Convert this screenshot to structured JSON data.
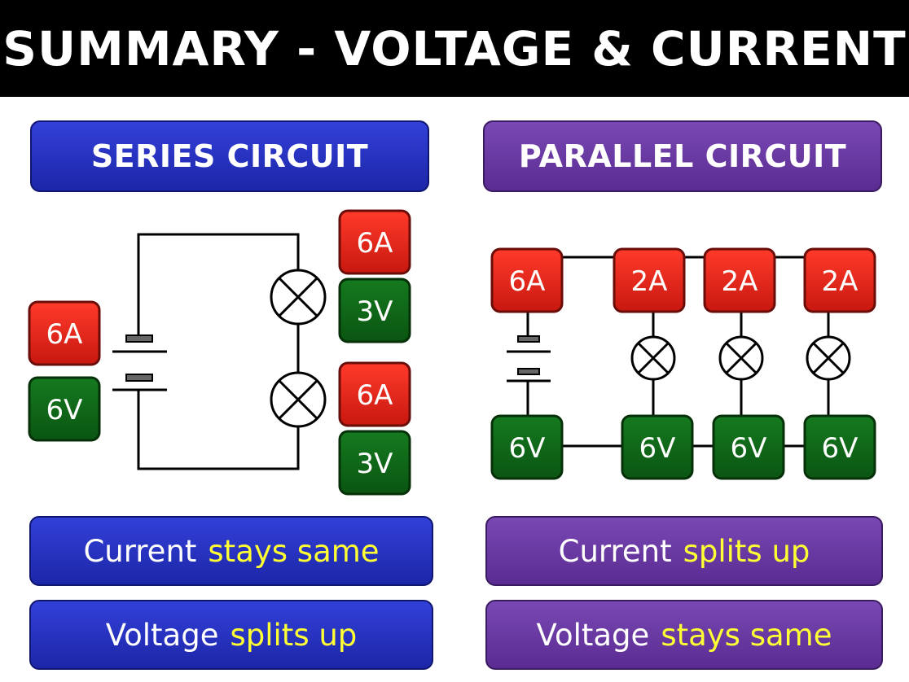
{
  "title": "SUMMARY - VOLTAGE & CURRENT",
  "series": {
    "heading": "SERIES CIRCUIT",
    "battery_current": "6A",
    "battery_voltage": "6V",
    "lamps": [
      {
        "current": "6A",
        "voltage": "3V"
      },
      {
        "current": "6A",
        "voltage": "3V"
      }
    ],
    "current_summary": {
      "prefix": "Current",
      "highlight": "stays same"
    },
    "voltage_summary": {
      "prefix": "Voltage",
      "highlight": "splits up"
    }
  },
  "parallel": {
    "heading": "PARALLEL CIRCUIT",
    "battery_current": "6A",
    "battery_voltage": "6V",
    "branches": [
      {
        "current": "2A",
        "voltage": "6V"
      },
      {
        "current": "2A",
        "voltage": "6V"
      },
      {
        "current": "2A",
        "voltage": "6V"
      }
    ],
    "current_summary": {
      "prefix": "Current",
      "highlight": "splits up"
    },
    "voltage_summary": {
      "prefix": "Voltage",
      "highlight": "stays same"
    }
  },
  "colors": {
    "series_blue": "#2530c4",
    "parallel_purple": "#6a3aa2",
    "current_red": "#e8261c",
    "voltage_green": "#0f6a18",
    "highlight_yellow": "#ffff33"
  }
}
